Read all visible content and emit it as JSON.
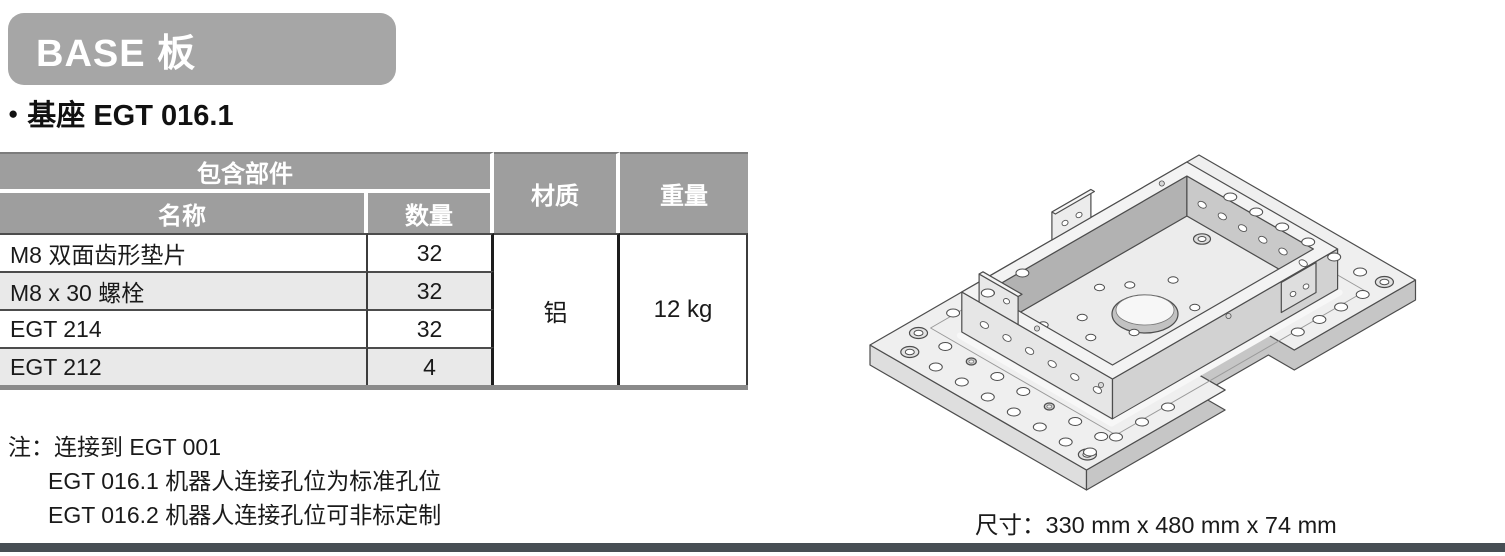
{
  "colors": {
    "header-bar": "#a6a6a6",
    "table-header": "#9e9e9e",
    "row-alt": "#e9e9e9",
    "footer-bar": "#474e54",
    "text": "#1a1a1a"
  },
  "banner": {
    "title": "BASE 板"
  },
  "section": {
    "bullet": "●",
    "title": "基座 EGT 016.1"
  },
  "parts_table": {
    "col_group": "包含部件",
    "col_name": "名称",
    "col_qty": "数量",
    "col_material": "材质",
    "col_weight": "重量",
    "rows": [
      {
        "name": "M8 双面齿形垫片",
        "qty": "32"
      },
      {
        "name": "M8 x 30 螺栓",
        "qty": "32"
      },
      {
        "name": "EGT 214",
        "qty": "32"
      },
      {
        "name": "EGT 212",
        "qty": "4"
      }
    ],
    "material": "铝",
    "weight": "12 kg"
  },
  "notes": {
    "label": "注：",
    "line1": "连接到 EGT 001",
    "line2": "EGT 016.1 机器人连接孔位为标准孔位",
    "line3": "EGT 016.2 机器人连接孔位可非标定制"
  },
  "figure": {
    "caption_label": "尺寸：",
    "caption_value": "330 mm x 480 mm x 74 mm"
  }
}
